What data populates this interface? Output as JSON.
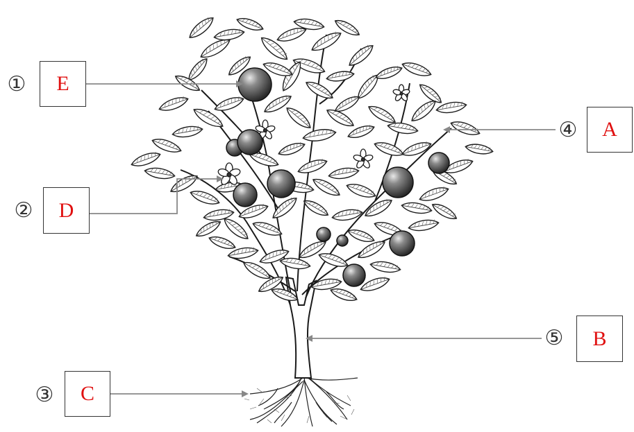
{
  "labels": [
    {
      "id": "label-1",
      "number": "①",
      "letter": "E"
    },
    {
      "id": "label-2",
      "number": "②",
      "letter": "D"
    },
    {
      "id": "label-3",
      "number": "③",
      "letter": "C"
    },
    {
      "id": "label-4",
      "number": "④",
      "letter": "A"
    },
    {
      "id": "label-5",
      "number": "⑤",
      "letter": "B"
    }
  ],
  "colors": {
    "letter": "#e01010",
    "line": "#888888",
    "box_border": "#333333",
    "ink": "#1a1a1a",
    "fruit": "#555555"
  }
}
